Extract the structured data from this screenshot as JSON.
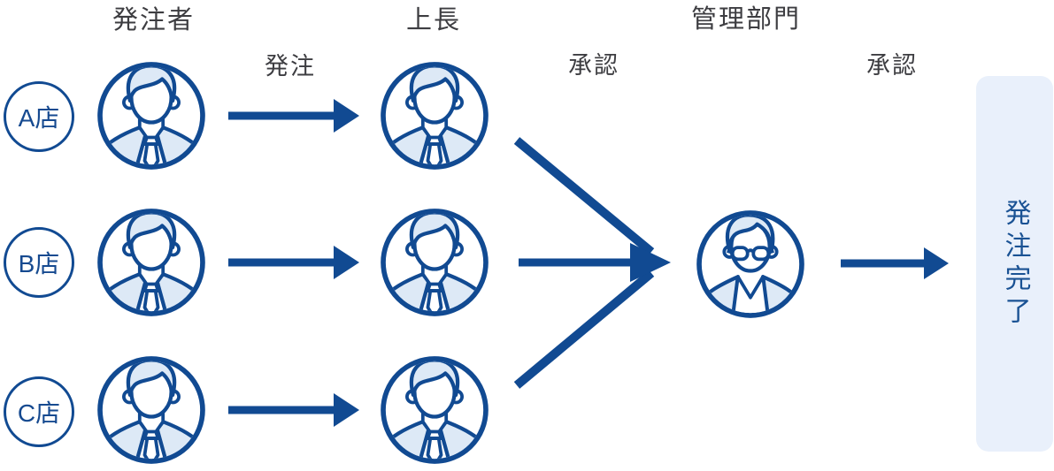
{
  "palette": {
    "primary_blue": "#114a92",
    "icon_fill": "#dde9f6",
    "box_bg": "#e9f0fb",
    "box_text": "#1a5294",
    "heading_gray": "#3d3d41",
    "store_text": "#164a90",
    "background": "#ffffff"
  },
  "diagram": {
    "column_headers": [
      {
        "id": "orderer",
        "label": "発注者"
      },
      {
        "id": "supervisor",
        "label": "上長"
      },
      {
        "id": "management",
        "label": "管理部門"
      }
    ],
    "edge_labels": [
      {
        "id": "order",
        "text": "発注"
      },
      {
        "id": "approve-1",
        "text": "承認"
      },
      {
        "id": "approve-2",
        "text": "承認"
      }
    ],
    "stores": [
      {
        "label": "A店"
      },
      {
        "label": "B店"
      },
      {
        "label": "C店"
      }
    ],
    "icons": {
      "orderer": "businessman-suit-icon",
      "supervisor": "businessman-suit-icon",
      "management": "businessperson-glasses-icon"
    },
    "result_box": {
      "label": "発注完了"
    }
  }
}
